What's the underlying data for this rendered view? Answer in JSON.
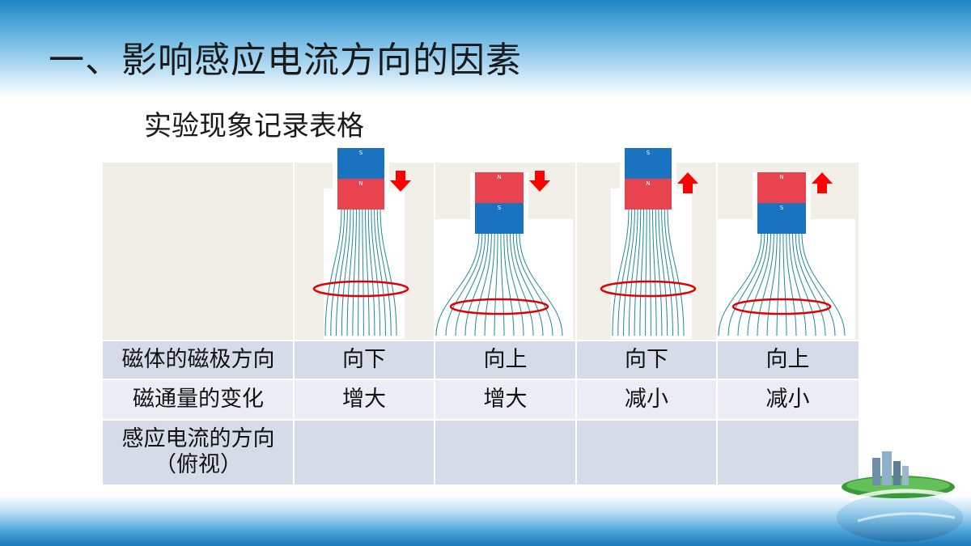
{
  "slide": {
    "title": "一、影响感应电流方向的因素",
    "subtitle": "实验现象记录表格"
  },
  "table": {
    "row_labels": [
      "磁体的磁极方向",
      "磁通量的变化",
      "感应电流的方向",
      "（俯视）"
    ],
    "pole_direction": [
      "向下",
      "向上",
      "向下",
      "向上"
    ],
    "flux_change": [
      "增大",
      "增大",
      "减小",
      "减小"
    ],
    "induced_current": [
      "",
      "",
      "",
      ""
    ]
  },
  "magnets": {
    "pole_labels": [
      "S",
      "N"
    ],
    "colors": {
      "north": "#e8434f",
      "south": "#1a73c0",
      "arrow": "#ff0000",
      "field_line": "#1c8a9a",
      "coil": "#e00000"
    }
  },
  "panels": [
    {
      "top_pole": "S",
      "bottom_pole": "N",
      "motion": "down",
      "coil": "upper"
    },
    {
      "top_pole": "N",
      "bottom_pole": "S",
      "motion": "down",
      "coil": "lower"
    },
    {
      "top_pole": "S",
      "bottom_pole": "N",
      "motion": "up",
      "coil": "upper"
    },
    {
      "top_pole": "N",
      "bottom_pole": "S",
      "motion": "up",
      "coil": "lower"
    }
  ]
}
